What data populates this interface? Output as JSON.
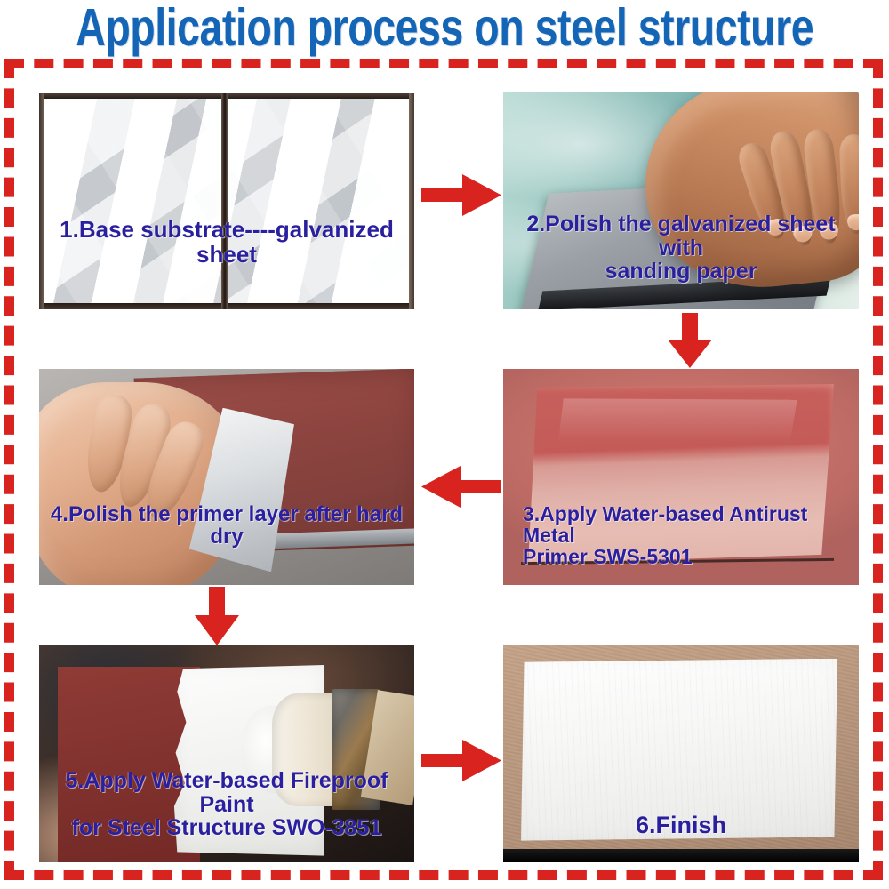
{
  "header": {
    "title": "Application process on steel structure",
    "title_color": "#1565b6"
  },
  "frame": {
    "border_color": "#d9231f",
    "border_style": "dashed"
  },
  "caption_color": "#2a1f9e",
  "arrow_color": "#d9231f",
  "steps": [
    {
      "number": "1",
      "caption": "1.Base substrate----galvanized sheet",
      "image_alt": "galvanized steel sheet base substrate, two tiles with dark seam"
    },
    {
      "number": "2",
      "caption": "2.Polish the galvanized sheet with\nsanding paper",
      "image_alt": "hand sanding a grey galvanized sheet on a teal workbench"
    },
    {
      "number": "3",
      "caption": "3.Apply Water-based Antirust Metal\n  Primer SWS-5301",
      "image_alt": "red antirust primer coated metal plate"
    },
    {
      "number": "4",
      "caption": "4.Polish the primer layer after hard dry",
      "image_alt": "hand polishing the dried red primer layer with a cloth"
    },
    {
      "number": "5",
      "caption": "5.Apply Water-based Fireproof Paint\nfor Steel Structure SWO-3851",
      "image_alt": "brush applying white fireproof paint over red primed plate"
    },
    {
      "number": "6",
      "caption": "6.Finish",
      "image_alt": "finished white coated panel on a brown board"
    }
  ],
  "arrows": [
    {
      "name": "arrow-step1-to-step2",
      "direction": "right"
    },
    {
      "name": "arrow-step2-to-step3",
      "direction": "down"
    },
    {
      "name": "arrow-step3-to-step4",
      "direction": "left"
    },
    {
      "name": "arrow-step4-to-step5",
      "direction": "down"
    },
    {
      "name": "arrow-step5-to-step6",
      "direction": "right"
    }
  ]
}
